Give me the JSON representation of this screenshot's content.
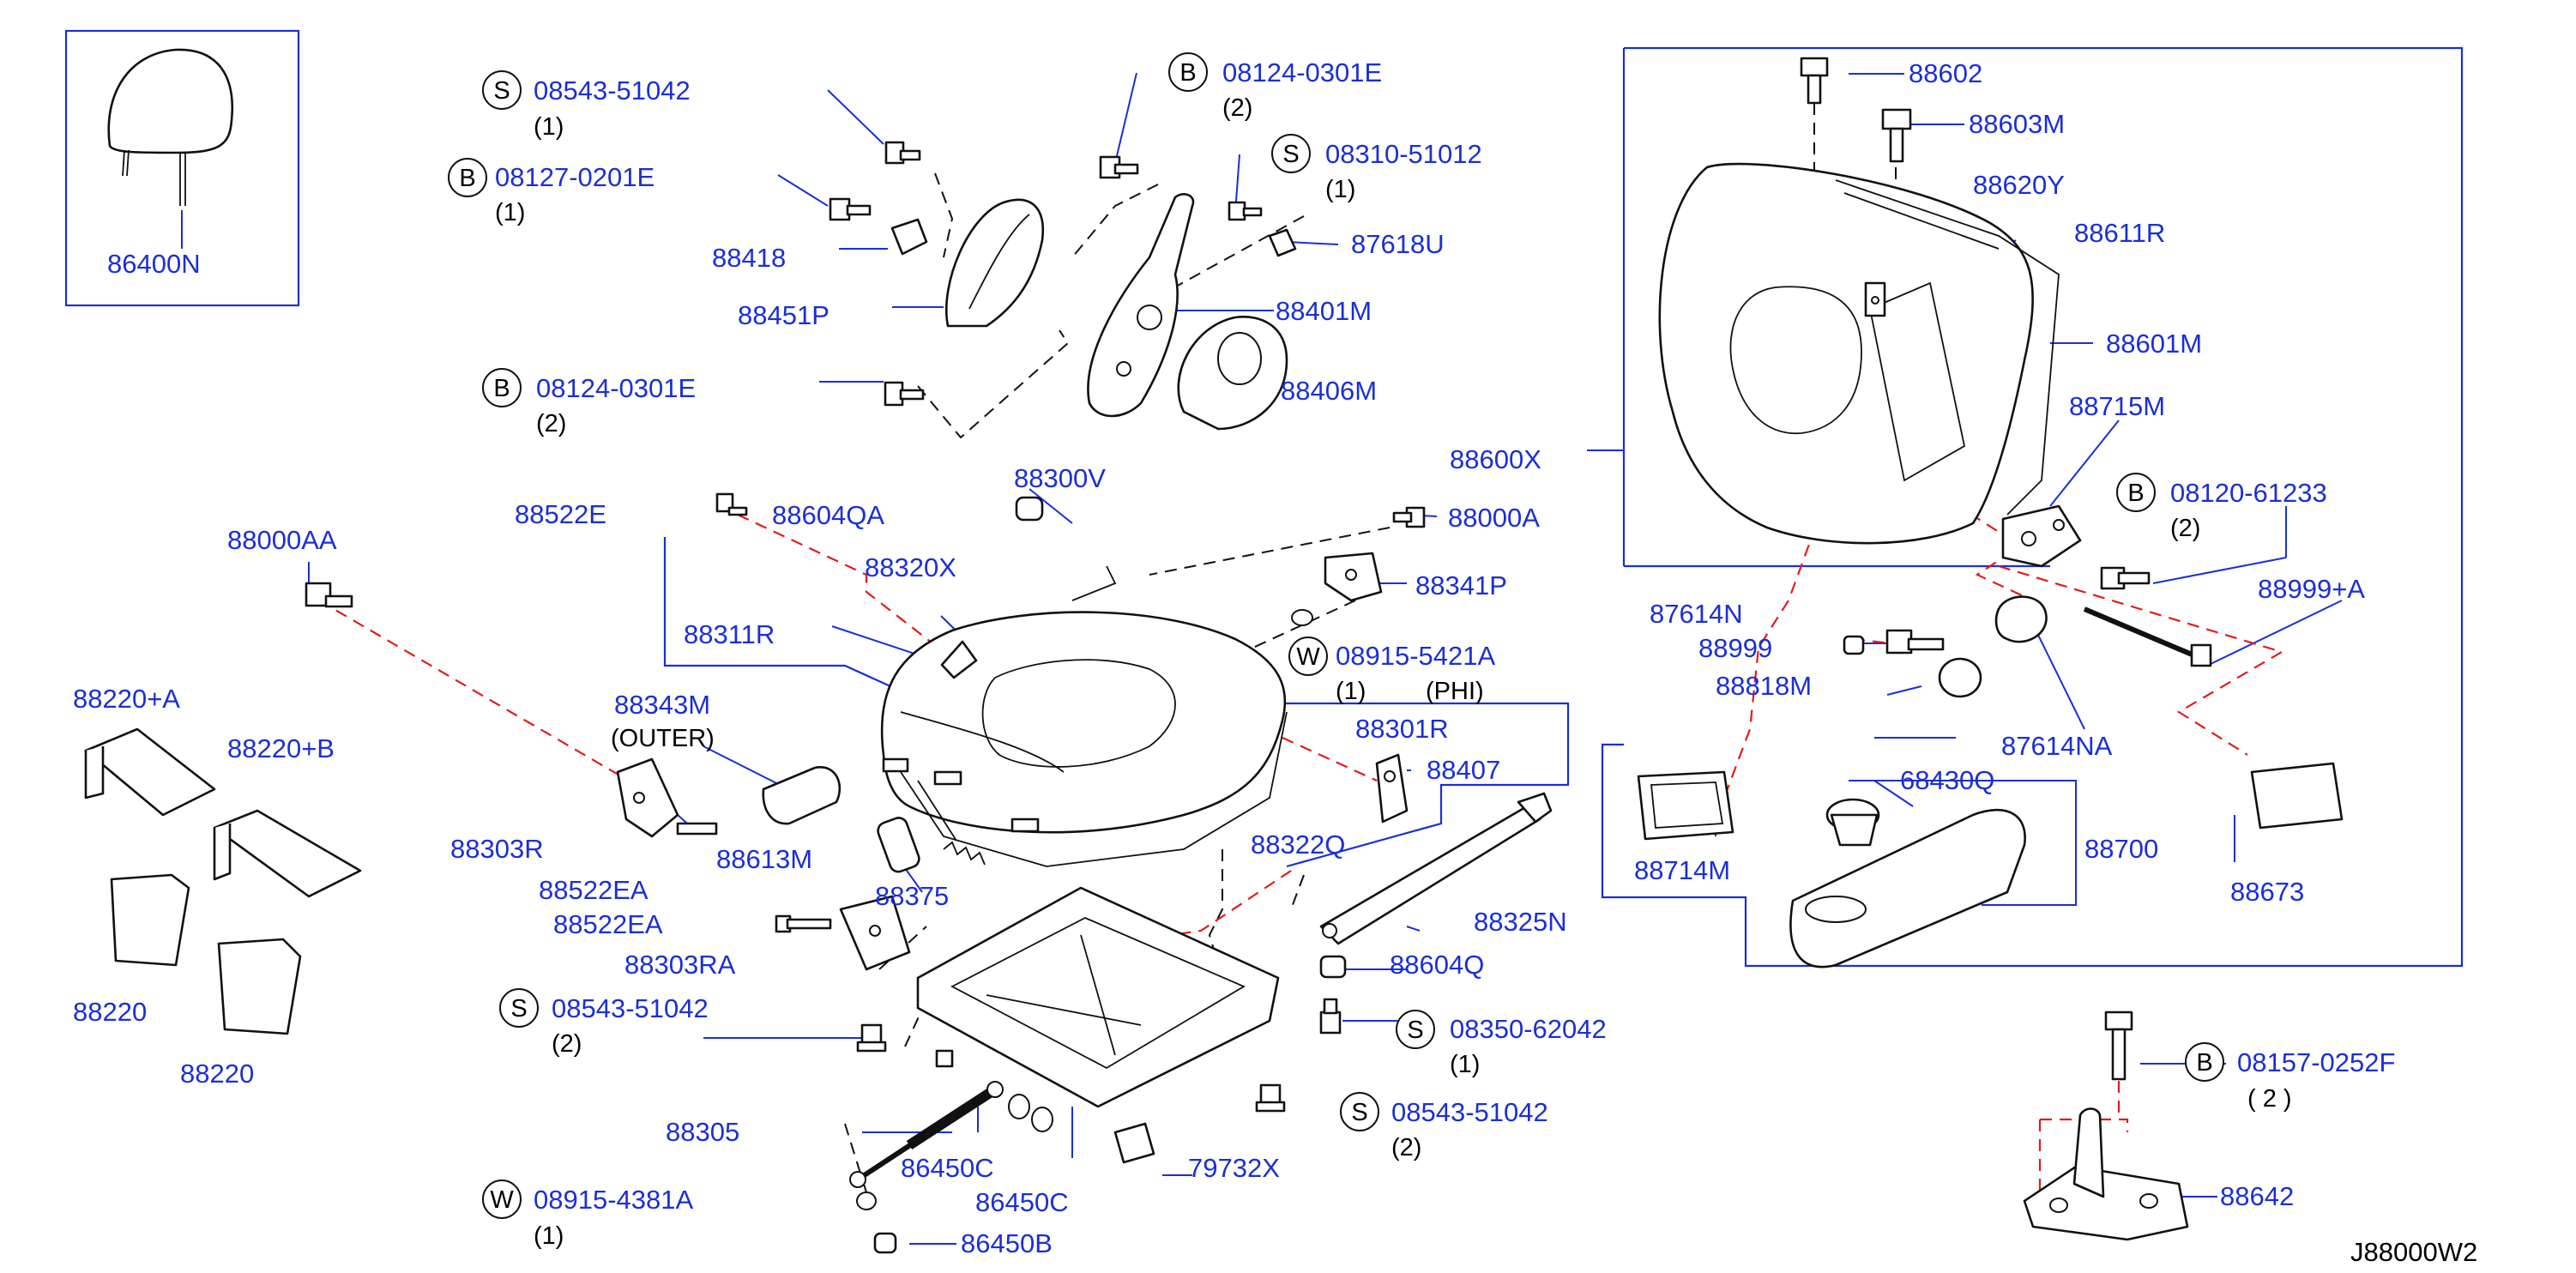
{
  "diagram": {
    "reference": "J88000W2",
    "labels": {
      "p86400N": "86400N",
      "p08543_51042_top": "08543-51042",
      "p08127_0201E": "08127-0201E",
      "p88418": "88418",
      "p88451P": "88451P",
      "p08124_0301E_left": "08124-0301E",
      "p08124_0301E_top": "08124-0301E",
      "p08310_51012": "08310-51012",
      "p87618U": "87618U",
      "p88401M": "88401M",
      "p88406M": "88406M",
      "p88000AA": "88000AA",
      "p88522E": "88522E",
      "p88604QA": "88604QA",
      "p88300V": "88300V",
      "p88000A": "88000A",
      "p88320X": "88320X",
      "p88341P": "88341P",
      "p88311R": "88311R",
      "p08915_5421A": "08915-5421A",
      "p88343M": "88343M",
      "outer": "(OUTER)",
      "phi": "(PHI)",
      "p88301R": "88301R",
      "p88407": "88407",
      "p88220_A": "88220+A",
      "p88220_B": "88220+B",
      "p88303R": "88303R",
      "p88613M": "88613M",
      "p88522EA_1": "88522EA",
      "p88522EA_2": "88522EA",
      "p88375": "88375",
      "p88322Q": "88322Q",
      "p88325N": "88325N",
      "p88303RA": "88303RA",
      "p88604Q": "88604Q",
      "p08543_51042_mid": "08543-51042",
      "p08350_62042": "08350-62042",
      "p88220_1": "88220",
      "p88220_2": "88220",
      "p08543_51042_bot": "08543-51042",
      "p88305": "88305",
      "p86450C_1": "86450C",
      "p86450C_2": "86450C",
      "p79732X": "79732X",
      "p08915_4381A": "08915-4381A",
      "p86450B": "86450B",
      "p88602": "88602",
      "p88603M": "88603M",
      "p88620Y": "88620Y",
      "p88611R": "88611R",
      "p88601M": "88601M",
      "p88715M": "88715M",
      "p88600X": "88600X",
      "p08120_61233": "08120-61233",
      "p87614N": "87614N",
      "p88999": "88999",
      "p88999_A": "88999+A",
      "p88818M": "88818M",
      "p87614NA": "87614NA",
      "p68430Q": "68430Q",
      "p88700": "88700",
      "p88714M": "88714M",
      "p88673": "88673",
      "p08157_0252F": "08157-0252F",
      "p88642": "88642"
    },
    "quantities": {
      "q1_a": "(1)",
      "q1_b": "(1)",
      "q2_a": "(2)",
      "q2_b": "(2)",
      "q1_c": "(1)",
      "q1_d": "(1)",
      "q2_c": "(2)",
      "q1_e": "(1)",
      "q2_d": "(2)",
      "q1_f": "(1)",
      "q2_e": "(2)",
      "q2_f": "( 2 )"
    },
    "markers": {
      "S": "S",
      "B": "B",
      "W": "W"
    },
    "colors": {
      "part_number": "#1a2fd6",
      "leader": "#1a2fd6",
      "red_dash": "#e21b1b",
      "outline": "#111111"
    }
  }
}
